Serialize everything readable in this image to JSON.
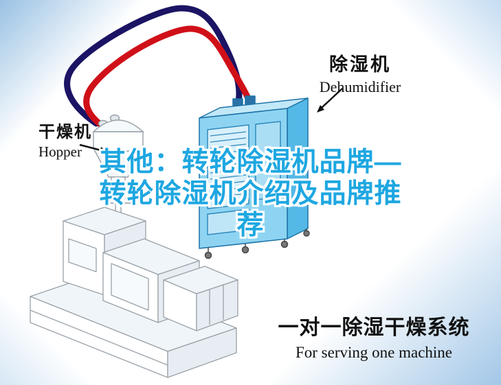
{
  "title": {
    "line1": "其他：转轮除湿机品牌—",
    "line2": "转轮除湿机介绍及品牌推",
    "line3": "荐",
    "color": "#1ea7e1",
    "outline_color": "#ffffff"
  },
  "labels": {
    "dehumidifier": {
      "zh": "除湿机",
      "en": "Dehumidifier"
    },
    "hopper": {
      "zh": "干燥机",
      "en": "Hopper"
    },
    "system": {
      "zh": "一对一除湿干燥系统",
      "en": "For serving one machine"
    }
  },
  "diagram": {
    "pipes": [
      {
        "name": "return-air-pipe",
        "color": "#1b1464"
      },
      {
        "name": "dry-air-pipe",
        "color": "#d01018"
      }
    ],
    "dehumidifier_unit": {
      "body_color": "#8ed4f2",
      "side_color": "#54b9e6",
      "top_color": "#c2e8f8"
    },
    "machines": [
      "dehumidifier-unit",
      "hopper-dryer",
      "injection-molding-machine"
    ]
  },
  "colors": {
    "background_corner": "#aecde9",
    "label_text": "#111111",
    "arrow": "#111111"
  }
}
